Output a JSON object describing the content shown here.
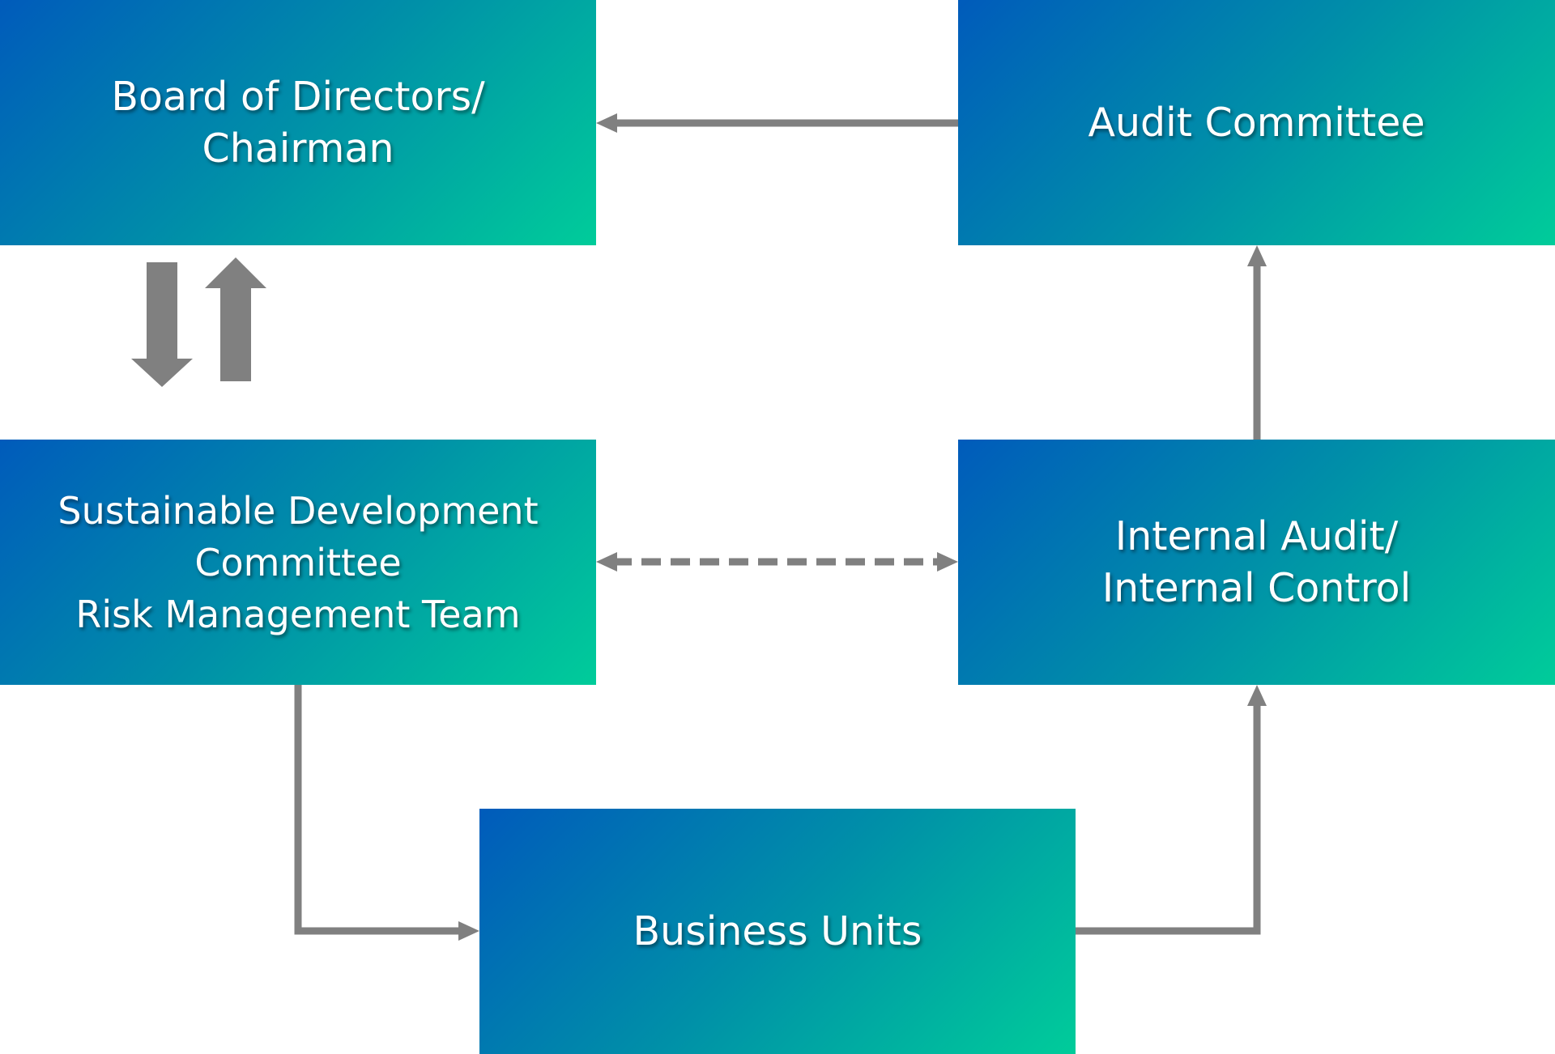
{
  "boxes": {
    "board": {
      "lines": [
        "Board of Directors/",
        "Chairman"
      ]
    },
    "audit_committee": {
      "lines": [
        "Audit Committee"
      ]
    },
    "sustainable": {
      "lines": [
        "Sustainable Development",
        "Committee",
        "Risk Management Team"
      ]
    },
    "internal_audit": {
      "lines": [
        "Internal Audit/",
        "Internal Control"
      ]
    },
    "business_units": {
      "lines": [
        "Business Units"
      ]
    }
  },
  "colors": {
    "box_gradient_start": "#005bbb",
    "box_gradient_mid": "#0090a8",
    "box_gradient_end": "#00cc9a",
    "connector": "#808080",
    "text": "#ffffff"
  },
  "connectors": [
    {
      "from": "audit_committee",
      "to": "board",
      "style": "solid"
    },
    {
      "from": "board",
      "to": "sustainable",
      "style": "block-arrow-down"
    },
    {
      "from": "sustainable",
      "to": "board",
      "style": "block-arrow-up"
    },
    {
      "from": "sustainable",
      "to": "internal_audit",
      "style": "dashed-bidirectional"
    },
    {
      "from": "internal_audit",
      "to": "audit_committee",
      "style": "solid"
    },
    {
      "from": "sustainable",
      "to": "business_units",
      "style": "solid-elbow"
    },
    {
      "from": "business_units",
      "to": "internal_audit",
      "style": "solid-elbow"
    }
  ]
}
